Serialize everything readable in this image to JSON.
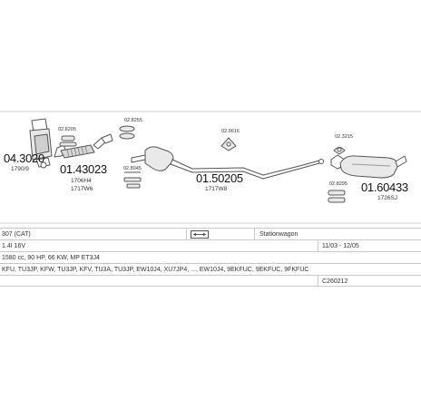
{
  "parts": [
    {
      "id": "p1",
      "number": "04.3020",
      "code": "1790/9"
    },
    {
      "id": "p2",
      "number": "01.43023",
      "code": "1706H4",
      "code2": "1717W6"
    },
    {
      "id": "p3",
      "number": "01.50205",
      "code": "1717W8"
    },
    {
      "id": "p4",
      "number": "01.60433",
      "code": "1726SJ"
    }
  ],
  "fittings": [
    "02.8205",
    "02.8255",
    "02.8045",
    "02.9616",
    "02.3215",
    "02.8295"
  ],
  "info": {
    "model": "307 (CAT)",
    "body": "Stationwagon",
    "engine": "1.4I 16V",
    "years": "11/03 - 12/05",
    "power": "1580 cc, 90 HP, 66 KW, MP ET3J4",
    "engine_codes": "KFU, TU3JP, KFW, TU3JP, KFV, TU3A, TU3JP, EW10J4, XU7JP4, ..., EW10J4, 9EKFUC, 9EKFUC, 9FKFUC",
    "reference": "C260212"
  },
  "colors": {
    "line": "#555555",
    "fill": "#e9e9e9",
    "text": "#222222"
  }
}
